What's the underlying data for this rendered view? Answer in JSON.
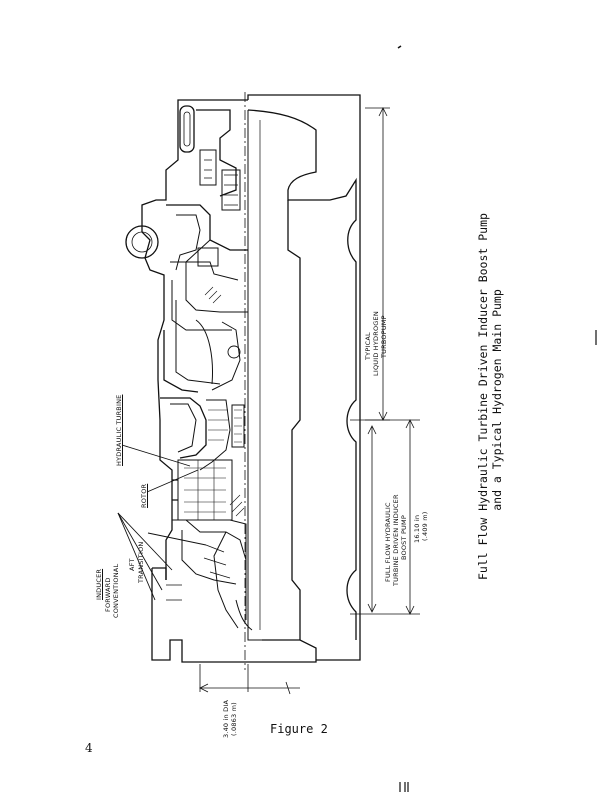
{
  "caption": {
    "line1": "Full Flow Hydraulic Turbine Driven Inducer Boost Pump",
    "line2": "and a Typical Hydrogen Main Pump"
  },
  "figure_label": "Figure 2",
  "page_number": "4",
  "labels": {
    "inducer": "INDUCER",
    "forward": "FORWARD",
    "conventional": "CONVENTIONAL",
    "aft": "AFT",
    "transition": "TRANSITION",
    "rotor": "ROTOR",
    "hydraulic_turbine": "HYDRAULIC TURBINE",
    "typical": "TYPICAL",
    "liquid_hydrogen": "LIQUID HYDROGEN",
    "turbopump": "TURBOPUMP",
    "full_flow": "FULL FLOW HYDRAULIC",
    "turbine_driven": "TURBINE DRIVEN INDUCER",
    "boost_pump": "BOOST PUMP",
    "length_in": "16.10 in",
    "length_m": "(.409 m)",
    "dia_in": "3.40 in DIA",
    "dia_m": "(.0863 m)"
  }
}
